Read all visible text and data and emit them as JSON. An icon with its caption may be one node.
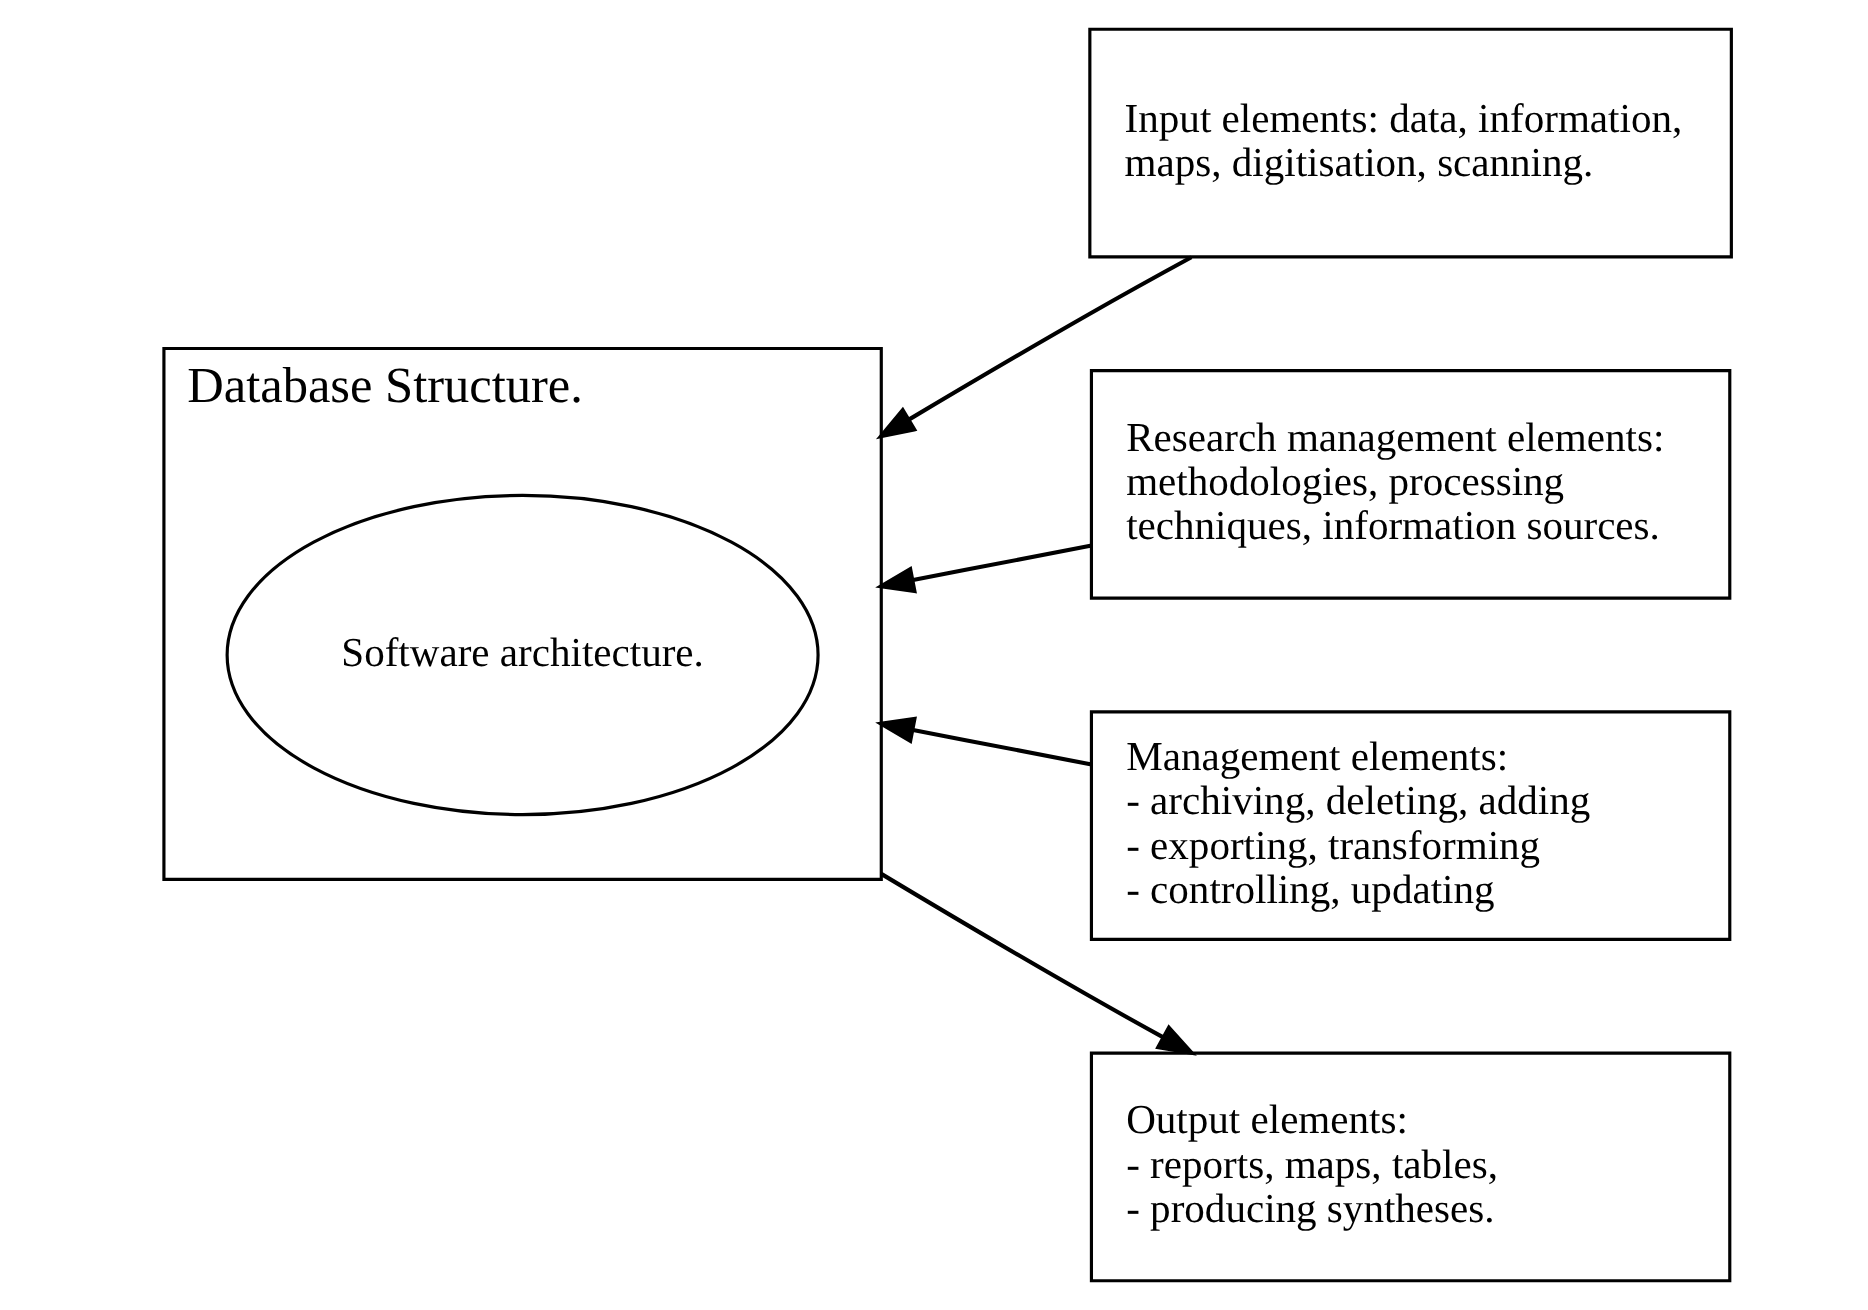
{
  "diagram": {
    "nodes": [
      {
        "text": [
          "Database Structure."
        ]
      },
      {
        "text": [
          "Software architecture."
        ],
        "in": 0
      },
      {
        "text": [
          "Input elements: data, information, maps, digitisation, scanning."
        ]
      },
      {
        "text": [
          "Research management elements: methodologies, processing techniques, information sources."
        ]
      },
      {
        "text": [
          "Management elements:",
          "- archiving, deleting, adding",
          "- exporting, transforming",
          "- controlling, updating"
        ]
      },
      {
        "text": [
          "Output elements:",
          "- reports, maps, tables,",
          "- producing syntheses."
        ]
      }
    ],
    "edges": [
      {
        "from": 2,
        "to": 0,
        "arrow": "to"
      },
      {
        "from": 3,
        "to": 0,
        "arrow": "to"
      },
      {
        "from": 4,
        "to": 0,
        "arrow": "to"
      },
      {
        "from": 0,
        "to": 5,
        "arrow": "to"
      }
    ]
  }
}
